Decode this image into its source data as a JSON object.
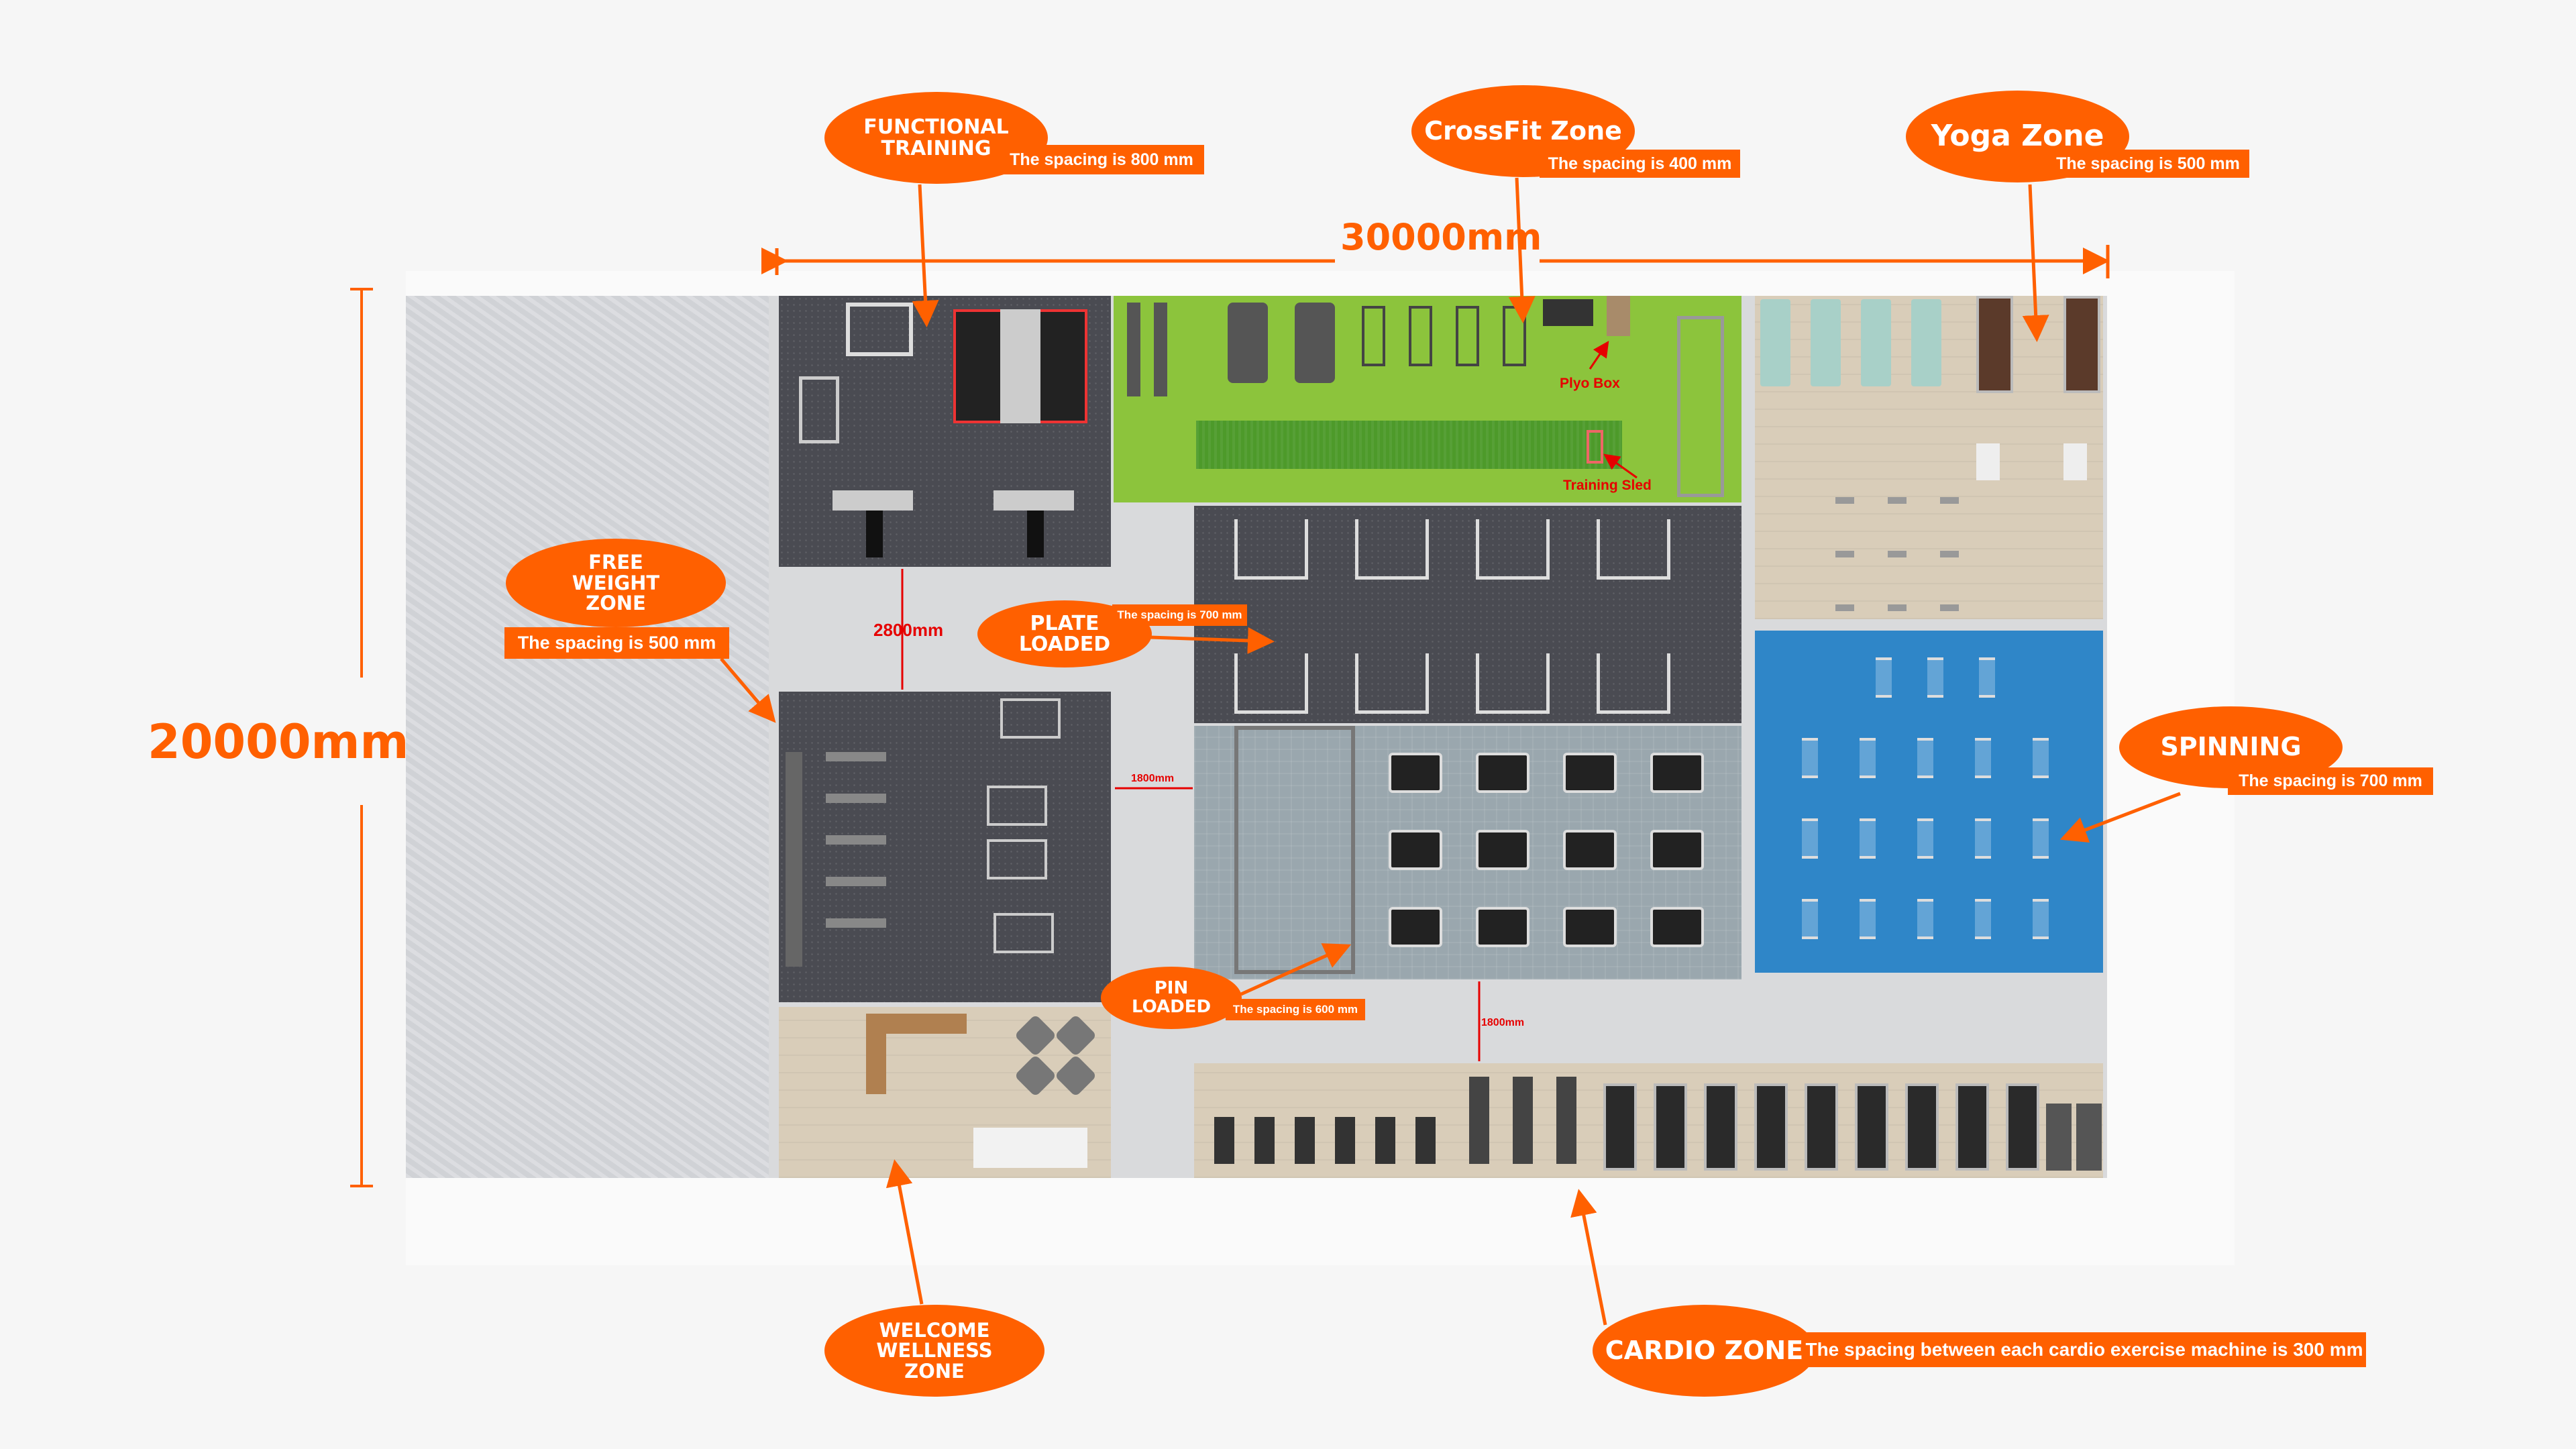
{
  "dimensions": {
    "width_label": "30000mm",
    "height_label": "20000mm"
  },
  "zones": {
    "functional": {
      "title": "FUNCTIONAL TRAINING",
      "spacing": "The spacing is 800 mm"
    },
    "crossfit": {
      "title": "CrossFit Zone",
      "spacing": "The spacing is 400 mm",
      "plyo_box": "Plyo Box",
      "training_sled": "Training Sled"
    },
    "yoga": {
      "title": "Yoga Zone",
      "spacing": "The spacing is 500 mm"
    },
    "free_weight": {
      "title": "FREE WEIGHT ZONE",
      "spacing": "The spacing is 500 mm"
    },
    "plate_loaded": {
      "title": "PLATE LOADED",
      "spacing": "The spacing is 700 mm"
    },
    "pin_loaded": {
      "title": "PIN LOADED",
      "spacing": "The spacing is 600 mm"
    },
    "spinning": {
      "title": "SPINNING",
      "spacing": "The spacing is 700 mm"
    },
    "welcome": {
      "title": "WELCOME WELLNESS ZONE"
    },
    "cardio": {
      "title": "CARDIO ZONE",
      "spacing": "The spacing between each cardio exercise machine is 300 mm"
    }
  },
  "measurements": {
    "aisle_vertical": "2800mm",
    "aisle_pin": "1800mm",
    "aisle_cardio": "1800mm"
  },
  "colors": {
    "accent": "#ff6000",
    "annotation_red": "#e60000"
  }
}
